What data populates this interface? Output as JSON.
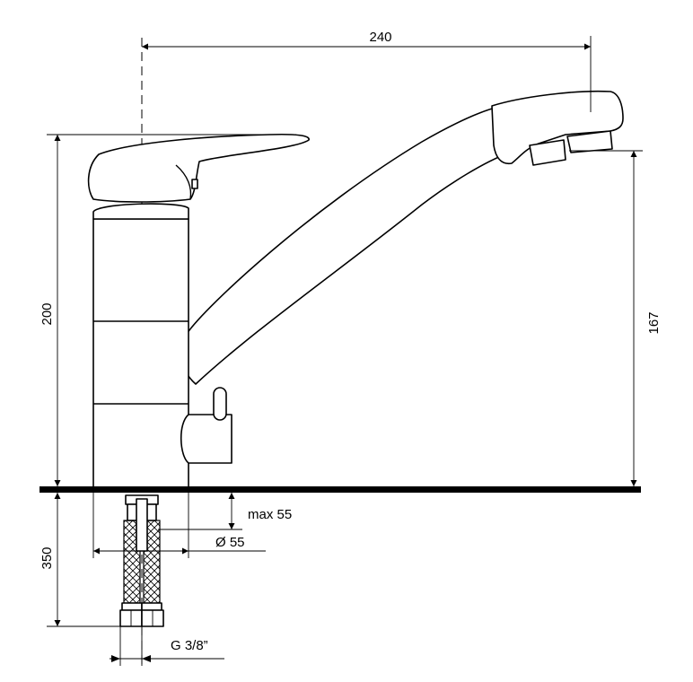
{
  "diagram": {
    "dimensions": {
      "width": "240",
      "total_height": "200",
      "spout_height": "167",
      "hose_length": "350",
      "max_countertop": "max 55",
      "mount_hole": "Ø 55",
      "connection": "G 3/8”"
    },
    "colors": {
      "line": "#000000",
      "background": "#ffffff"
    }
  }
}
